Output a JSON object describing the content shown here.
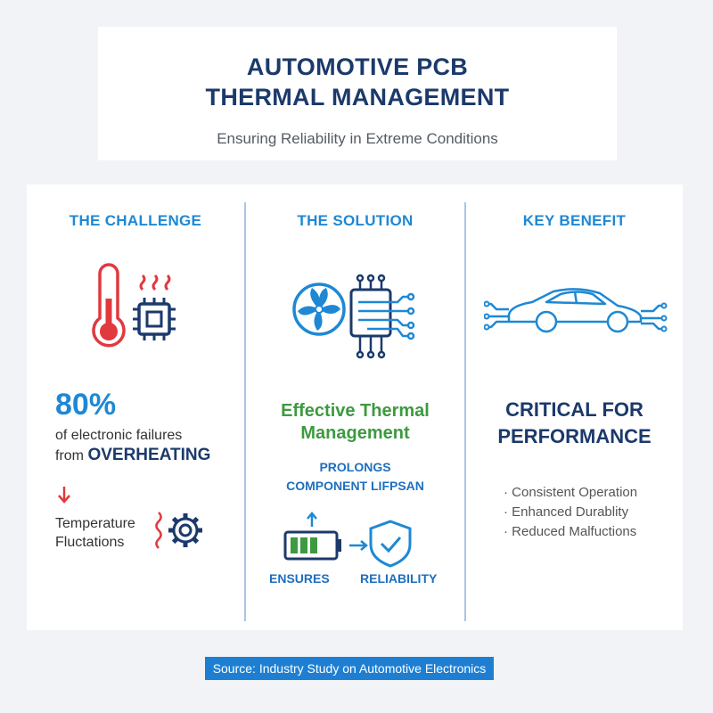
{
  "header": {
    "title_line1": "AUTOMOTIVE PCB",
    "title_line2": "THERMAL MANAGEMENT",
    "subtitle": "Ensuring Reliability in Extreme Conditions"
  },
  "challenge": {
    "heading": "THE CHALLENGE",
    "percent": "80%",
    "failures_line": "of electronic failures",
    "from_word": "from",
    "overheating": "OVERHEATING",
    "fluct_line1": "Temperature",
    "fluct_line2": "Fluctations"
  },
  "solution": {
    "heading": "THE SOLUTION",
    "headline_line1": "Effective Thermal",
    "headline_line2": "Management",
    "prolongs_line1": "PROLONGS",
    "prolongs_line2": "COMPONENT LIFPSAN",
    "ensures": "ENSURES",
    "reliability": "RELIABILITY"
  },
  "benefit": {
    "heading": "KEY BENEFIT",
    "headline_line1": "CRITICAL FOR",
    "headline_line2": "PERFORMANCE",
    "bullets": [
      "Consistent Operation",
      "Enhanced Durablity",
      "Reduced Malfuctions"
    ]
  },
  "footer": {
    "source": "Source: Industry Study on Automotive Electronics"
  },
  "colors": {
    "navy": "#1b3a6b",
    "accent_blue": "#1e88d4",
    "green": "#3d9a3f",
    "red": "#e0393e"
  }
}
